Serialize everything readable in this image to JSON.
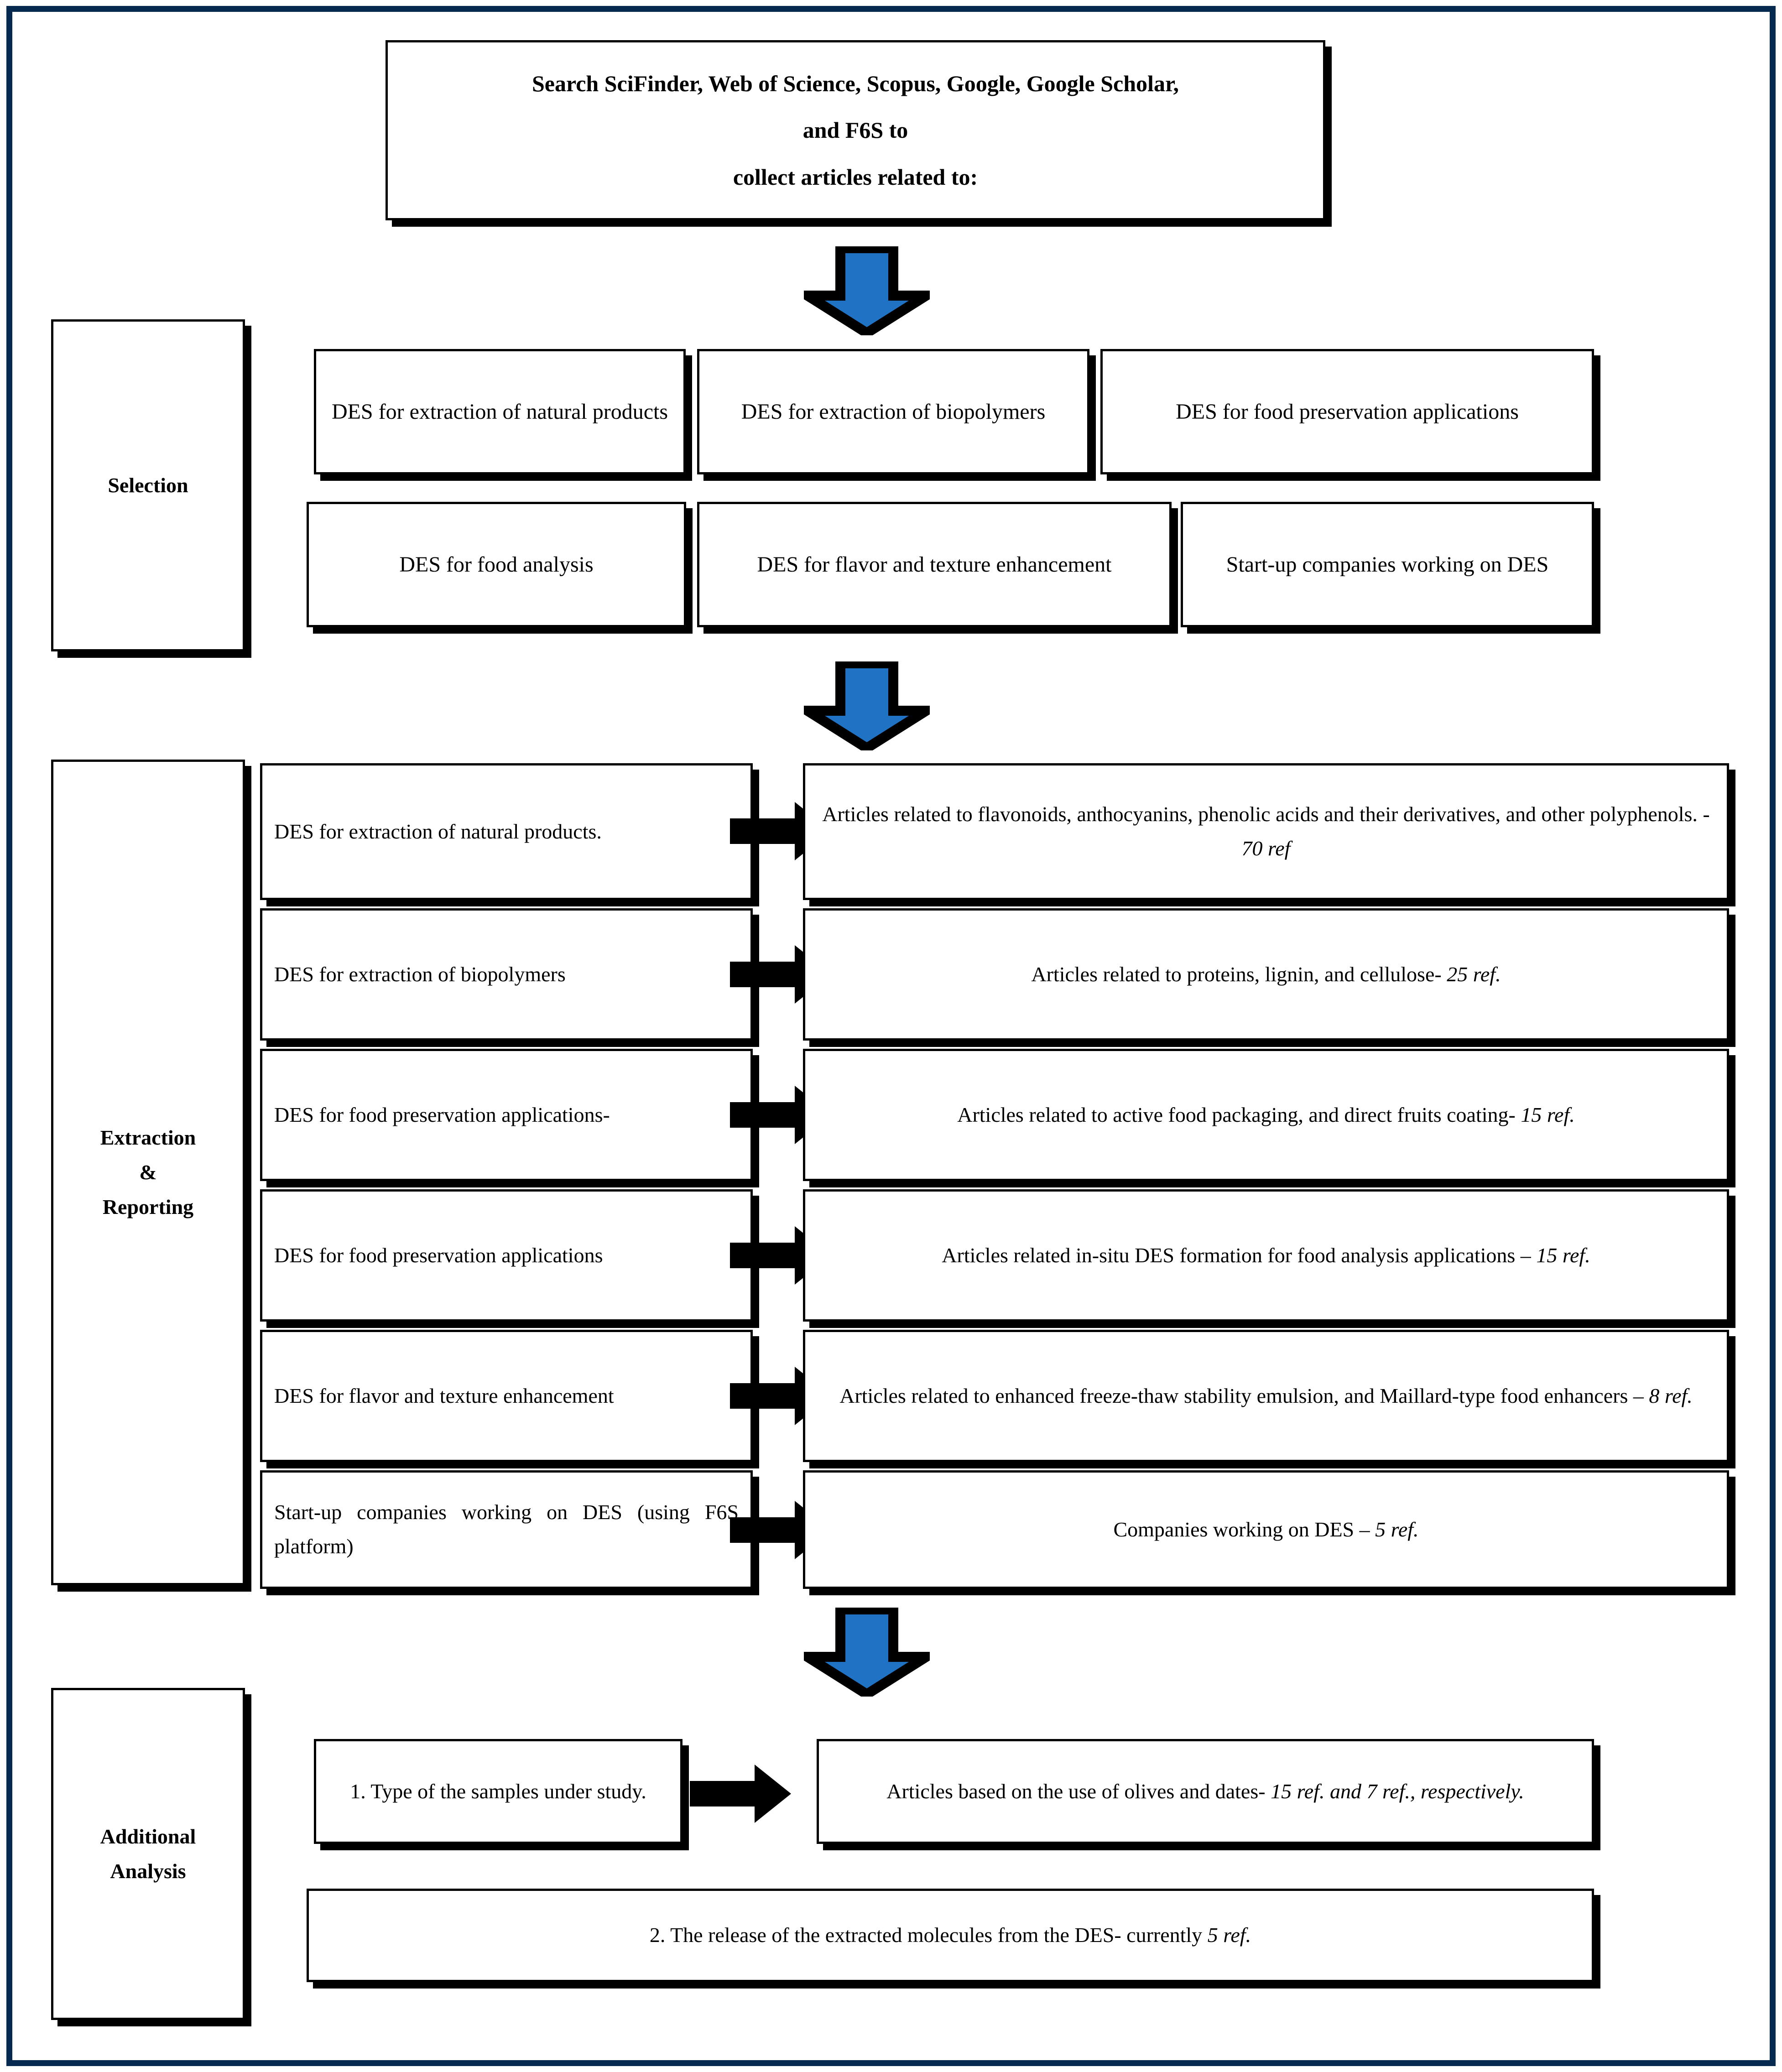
{
  "figure": {
    "frame_color": "#05294f",
    "arrow_blue": "#1f72c4",
    "arrow_black": "#000000"
  },
  "header": {
    "title_line1": "Search SciFinder, Web of Science, Scopus, Google, Google Scholar,",
    "title_line2": "and F6S to",
    "title_line3": "collect articles related to:"
  },
  "stage_labels": {
    "selection": "Selection",
    "extraction_line1": "Extraction",
    "extraction_line2": "&",
    "extraction_line3": "Reporting",
    "additional_line1": "Additional",
    "additional_line2": "Analysis"
  },
  "selection": {
    "row1": [
      "DES for extraction of natural products",
      "DES for extraction of biopolymers",
      "DES for food preservation applications"
    ],
    "row2": [
      "DES for food analysis",
      "DES for flavor and texture enhancement",
      "Start-up companies working on DES"
    ]
  },
  "extraction_rows": [
    {
      "category": "DES for extraction of natural products.",
      "result_plain": "Articles related to flavonoids, anthocyanins, phenolic acids and their derivatives, and other polyphenols. -",
      "result_italic": "70 ref"
    },
    {
      "category": "DES for extraction of biopolymers",
      "result_plain": "Articles related to proteins, lignin, and cellulose-",
      "result_italic": "25 ref."
    },
    {
      "category": "DES for food preservation applications-",
      "result_plain": "Articles related to active food packaging, and direct fruits coating-",
      "result_italic": "15 ref."
    },
    {
      "category": "DES for food preservation applications",
      "result_plain": "Articles related in-situ DES formation for food analysis applications –",
      "result_italic": "15 ref."
    },
    {
      "category": "DES for flavor and texture enhancement",
      "result_plain": "Articles related to enhanced freeze-thaw stability emulsion, and Maillard-type food enhancers –",
      "result_italic": "8 ref."
    },
    {
      "category": "Start-up companies working on DES (using F6S platform)",
      "result_plain": "Companies working on DES –",
      "result_italic": "5 ref."
    }
  ],
  "additional": {
    "item1_left": "1. Type of the samples under study.",
    "item1_right_plain": "Articles based on the use of olives and dates-",
    "item1_right_italic": "15 ref. and 7 ref., respectively.",
    "item2_plain": "2. The release of the extracted molecules from the DES- currently ",
    "item2_italic": "5 ref."
  },
  "icons": {
    "down_arrow": "arrow-down-icon",
    "right_arrow": "arrow-right-icon"
  }
}
